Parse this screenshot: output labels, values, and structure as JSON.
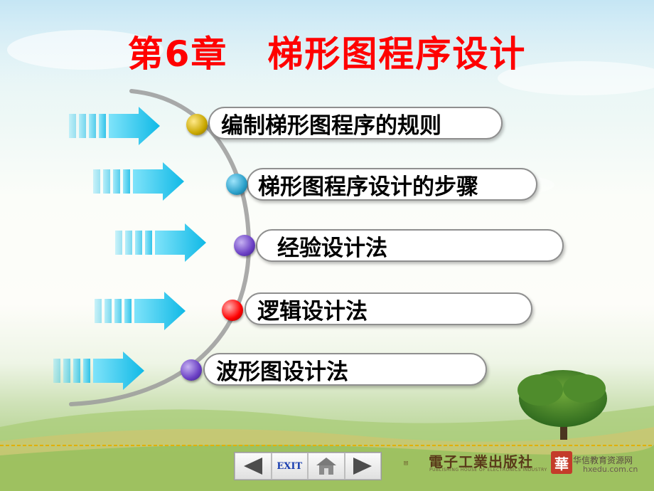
{
  "slide": {
    "title_prefix": "第6章",
    "title_main": "梯形图程序设计"
  },
  "items": [
    {
      "label": "编制梯形图程序的规则",
      "bullet_color": "#c9a800"
    },
    {
      "label": "梯形图程序设计的步骤",
      "bullet_color": "#2a9fc9"
    },
    {
      "label": "经验设计法",
      "bullet_color": "#6a3fc4"
    },
    {
      "label": "逻辑设计法",
      "bullet_color": "#ff0000"
    },
    {
      "label": "波形图设计法",
      "bullet_color": "#6a3fc4"
    }
  ],
  "nav": {
    "exit_label": "EXIT",
    "prev_icon": "triangle-left-icon",
    "home_icon": "home-icon",
    "next_icon": "triangle-right-icon"
  },
  "footer": {
    "publisher_name": "電子工業出版社",
    "publisher_en": "PUBLISHING HOUSE OF ELECTRONICS INDUSTRY",
    "site_logo_char": "華",
    "site_name": "华信教育资源网",
    "site_url": "hxedu.com.cn"
  },
  "colors": {
    "title": "#ff0000",
    "arrow": "#19c3ea",
    "nav_arrow": "#4d4d4d"
  }
}
